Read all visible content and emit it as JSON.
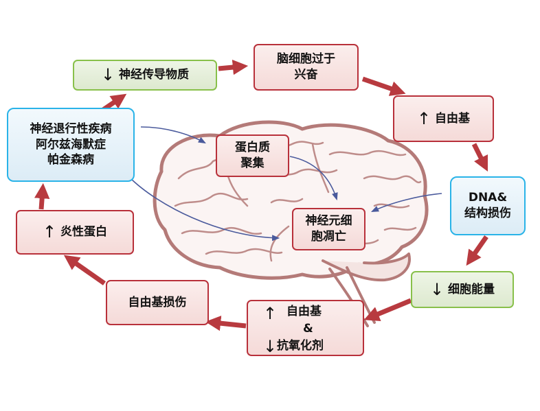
{
  "nodes": {
    "neurotransmitter": {
      "arrow": "↓",
      "label": "神经传导物质"
    },
    "overexcite": {
      "line1": "脑细胞过于",
      "line2": "兴奋"
    },
    "free_radical_up": {
      "arrow": "↑",
      "label": "自由基"
    },
    "dna_damage": {
      "line1": "DNA&",
      "line2": "结构损伤"
    },
    "energy_down": {
      "arrow": "↓",
      "label": "细胞能量"
    },
    "radical_antiox": {
      "arrow_up": "↑",
      "line1": "自由基",
      "amp": "&",
      "arrow_down": "↓",
      "line3": "抗氧化剂"
    },
    "radical_damage": {
      "label": "自由基损伤"
    },
    "inflam": {
      "arrow": "↑",
      "label": "炎性蛋白"
    },
    "disease": {
      "line1": "神经退行性疾病",
      "line2": "阿尔兹海默症",
      "line3": "帕金森病"
    },
    "protein": {
      "line1": "蛋白质",
      "line2": "聚集"
    },
    "neuron_death": {
      "line1": "神经元细",
      "line2": "胞凋亡"
    }
  },
  "colors": {
    "cycle_arrow": "#b83a3f",
    "inner_arrow": "#4a5a9c",
    "brain": "#b47a78"
  }
}
